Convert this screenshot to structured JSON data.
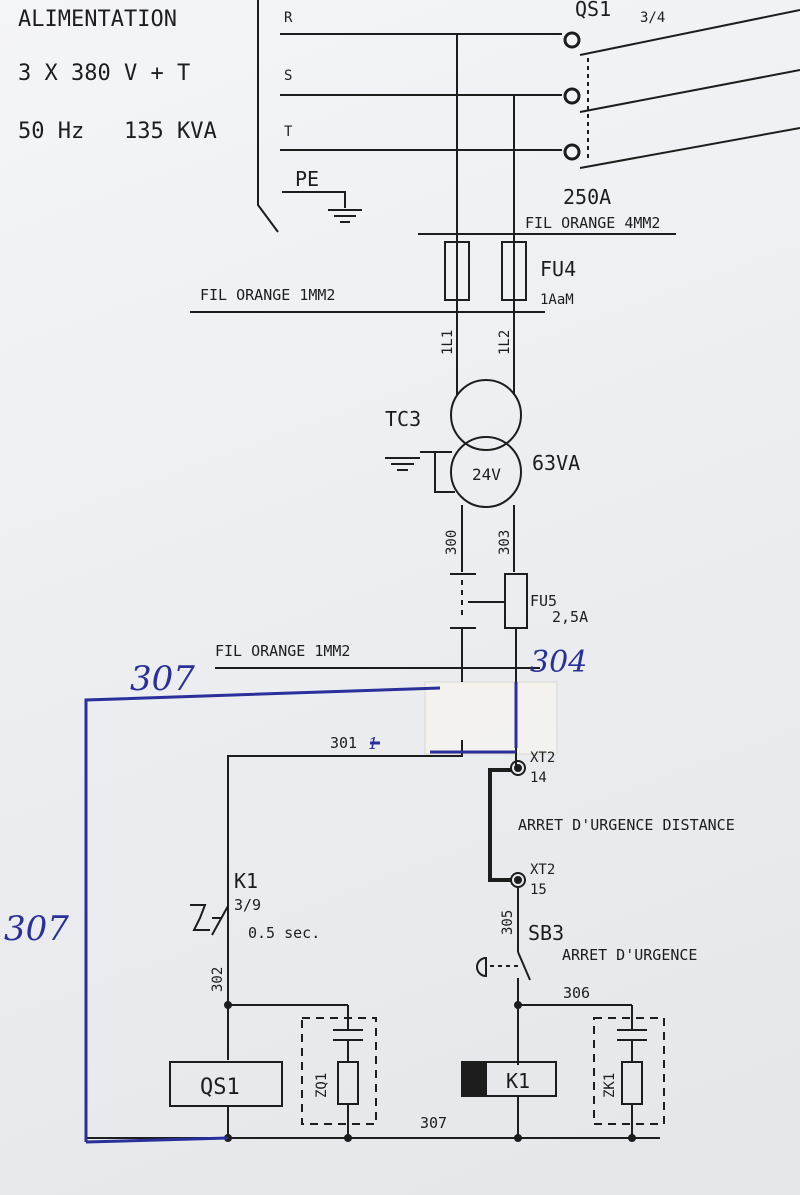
{
  "supply": {
    "title": "ALIMENTATION",
    "voltage": "3 X 380 V + T",
    "frequency": "50 Hz",
    "power": "135 KVA",
    "phases": [
      "R",
      "S",
      "T"
    ],
    "earth": "PE"
  },
  "main_switch": {
    "ref": "QS1",
    "ref_page": "3/4",
    "rating": "250A"
  },
  "wiring_notes": {
    "top_wire": "FIL ORANGE 4MM2",
    "mid_wire": "FIL ORANGE 1MM2",
    "low_wire": "FIL ORANGE 1MM2"
  },
  "fuses_fu4": {
    "ref": "FU4",
    "rating": "1AaM",
    "wire_1": "1L1",
    "wire_2": "1L2"
  },
  "transformer": {
    "ref": "TC3",
    "secondary": "24V",
    "power": "63VA"
  },
  "secondary_wires": {
    "left": "300",
    "right": "303"
  },
  "fuse_fu5": {
    "ref": "FU5",
    "rating": "2,5A"
  },
  "wires": {
    "w301": "301",
    "w302": "302",
    "w305": "305",
    "w306": "306",
    "w307": "307"
  },
  "terminals": {
    "xt2_top": "XT2",
    "xt2_top_num": "14",
    "xt2_bot": "XT2",
    "xt2_bot_num": "15"
  },
  "remote_estop": "ARRET D'URGENCE DISTANCE",
  "timer_contact": {
    "ref": "K1",
    "page": "3/9",
    "delay": "0.5 sec."
  },
  "estop": {
    "ref": "SB3",
    "label": "ARRET D'URGENCE"
  },
  "coils": {
    "left": "QS1",
    "right": "K1"
  },
  "suppressors": {
    "left": "ZQ1",
    "right": "ZK1"
  },
  "handwritten": {
    "a": "307",
    "b": "304",
    "c": "307",
    "d": "1"
  },
  "colors": {
    "ink": "#1d1d1d",
    "pen": "#2b2f9a",
    "paper": "#eceef1",
    "tape": "#f3f2ec"
  }
}
